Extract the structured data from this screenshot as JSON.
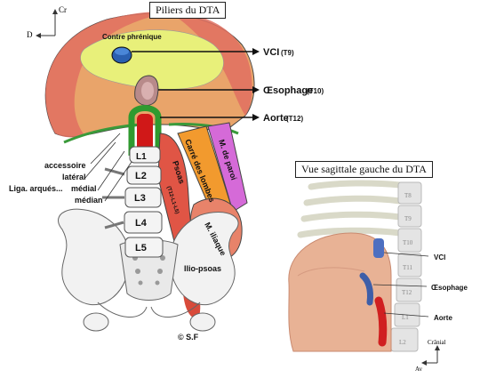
{
  "main_diagram": {
    "title": "Piliers du DTA",
    "axis": {
      "up": "Cr",
      "left": "D"
    },
    "centre": "Contre phrénique",
    "right_labels": [
      {
        "name": "VCI",
        "level": "(T9)"
      },
      {
        "name": "Œsophage",
        "level": "(T10)"
      },
      {
        "name": "Aorte",
        "level": "(T12)"
      }
    ],
    "muscles": {
      "carre": "Carré des lombes",
      "paroi": "M. de paroi",
      "psoas": "Psoas",
      "psoas_sub": "(T12-L1-L5)",
      "iliaque": "M. iliaque",
      "iliopsoas": "Ilio-psoas"
    },
    "left_labels": {
      "accessoire": "accessoire",
      "lateral": "latéral",
      "ligaments": "Liga. arqués...",
      "medial1": "médial",
      "medial2": "médian"
    },
    "vertebrae": [
      "L1",
      "L2",
      "L3",
      "L4",
      "L5"
    ],
    "signature": "© S.F"
  },
  "sagittal_diagram": {
    "title": "Vue sagittale gauche du DTA",
    "labels": {
      "vci": "VCI",
      "oesophage": "Œsophage",
      "aorte": "Aorte"
    },
    "vertebrae": [
      "T8",
      "T9",
      "T10",
      "T11",
      "T12",
      "L1",
      "L2"
    ],
    "axis": {
      "up": "Crânial",
      "left": "Av"
    }
  }
}
